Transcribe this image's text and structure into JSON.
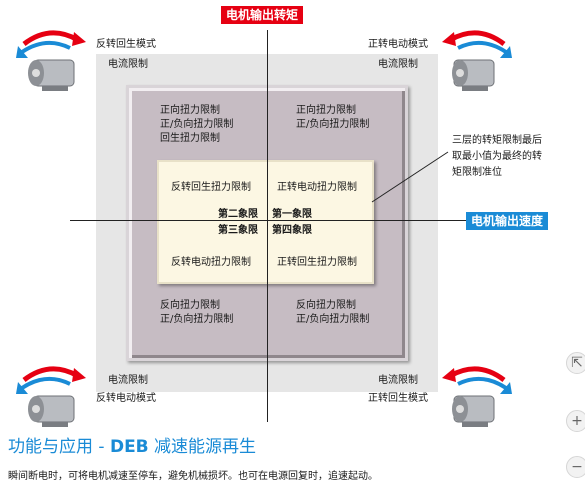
{
  "axes": {
    "torque": "电机输出转矩",
    "speed": "电机输出速度"
  },
  "corners": {
    "top_left": {
      "mode": "反转回生模式",
      "limit": "电流限制"
    },
    "top_right": {
      "mode": "正转电动模式",
      "limit": "电流限制"
    },
    "bottom_left": {
      "mode": "反转电动模式",
      "limit": "电流限制"
    },
    "bottom_right": {
      "mode": "正转回生模式",
      "limit": "电流限制"
    }
  },
  "middle_layer": {
    "q2": [
      "正向扭力限制",
      "正/负向扭力限制",
      "回生扭力限制"
    ],
    "q1": [
      "正向扭力限制",
      "正/负向扭力限制"
    ],
    "q3": [
      "反向扭力限制",
      "正/负向扭力限制"
    ],
    "q4": [
      "反向扭力限制",
      "正/负向扭力限制"
    ]
  },
  "inner_layer": {
    "q2": "反转回生扭力限制",
    "q1": "正转电动扭力限制",
    "q3": "反转电动扭力限制",
    "q4": "正转回生扭力限制"
  },
  "quadrants": {
    "q2": "第二象限",
    "q1": "第一象限",
    "q3": "第三象限",
    "q4": "第四象限"
  },
  "note": [
    "三层的转矩限制最后",
    "取最小值为最终的转",
    "矩限制准位"
  ],
  "section": {
    "title_prefix": "功能与应用 - ",
    "title_deb": "DEB",
    "title_suffix": " 减速能源再生",
    "description": "瞬间断电时，可将电机减速至停车，避免机械损坏。也可在电源回复时，追速起动。"
  },
  "side_buttons": [
    "⇱",
    "+",
    "−"
  ],
  "colors": {
    "torque_label": "#e60012",
    "speed_label": "#1a8bd6",
    "arrow_red": "#e60012",
    "arrow_blue": "#1a8bd6"
  },
  "icons": [
    "motor-icon",
    "rotation-arrows-icon"
  ]
}
